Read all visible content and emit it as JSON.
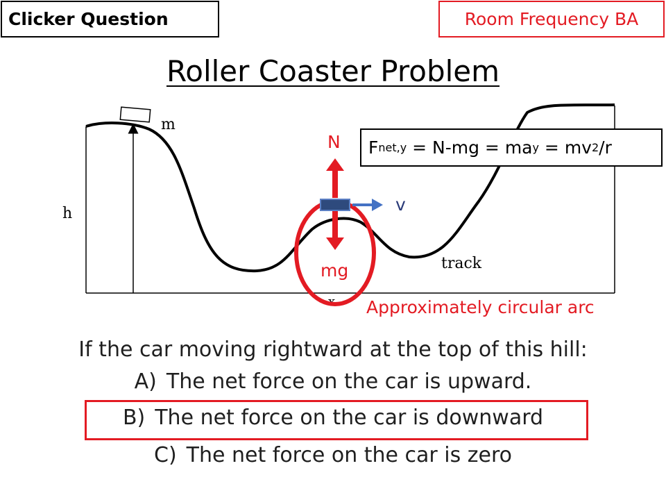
{
  "header": {
    "left_label": "Clicker Question",
    "right_label": "Room Frequency BA"
  },
  "title": "Roller Coaster Problem",
  "diagram": {
    "labels": {
      "mass": "m",
      "height": "h",
      "track": "track",
      "x_axis": "x",
      "normal": "N",
      "velocity": "v",
      "weight": "mg"
    },
    "formula": {
      "f": "F",
      "sub1": "net,y",
      "part1": " = N-mg = ma",
      "sub2": "y",
      "part2": " = mv",
      "sup": "2",
      "part3": "/r"
    },
    "arc_label": "Approximately circular arc",
    "colors": {
      "red": "#e31b23",
      "blue": "#4472c4",
      "car": "#2e4a7d"
    }
  },
  "question": {
    "prompt": "If the car moving rightward at the top of this hill:",
    "options": [
      {
        "letter": "A)",
        "text": "The net force on the car is upward."
      },
      {
        "letter": "B)",
        "text": "The net force on the car is downward"
      },
      {
        "letter": "C)",
        "text": "The net force on the car is zero"
      }
    ],
    "highlighted": "B)"
  }
}
